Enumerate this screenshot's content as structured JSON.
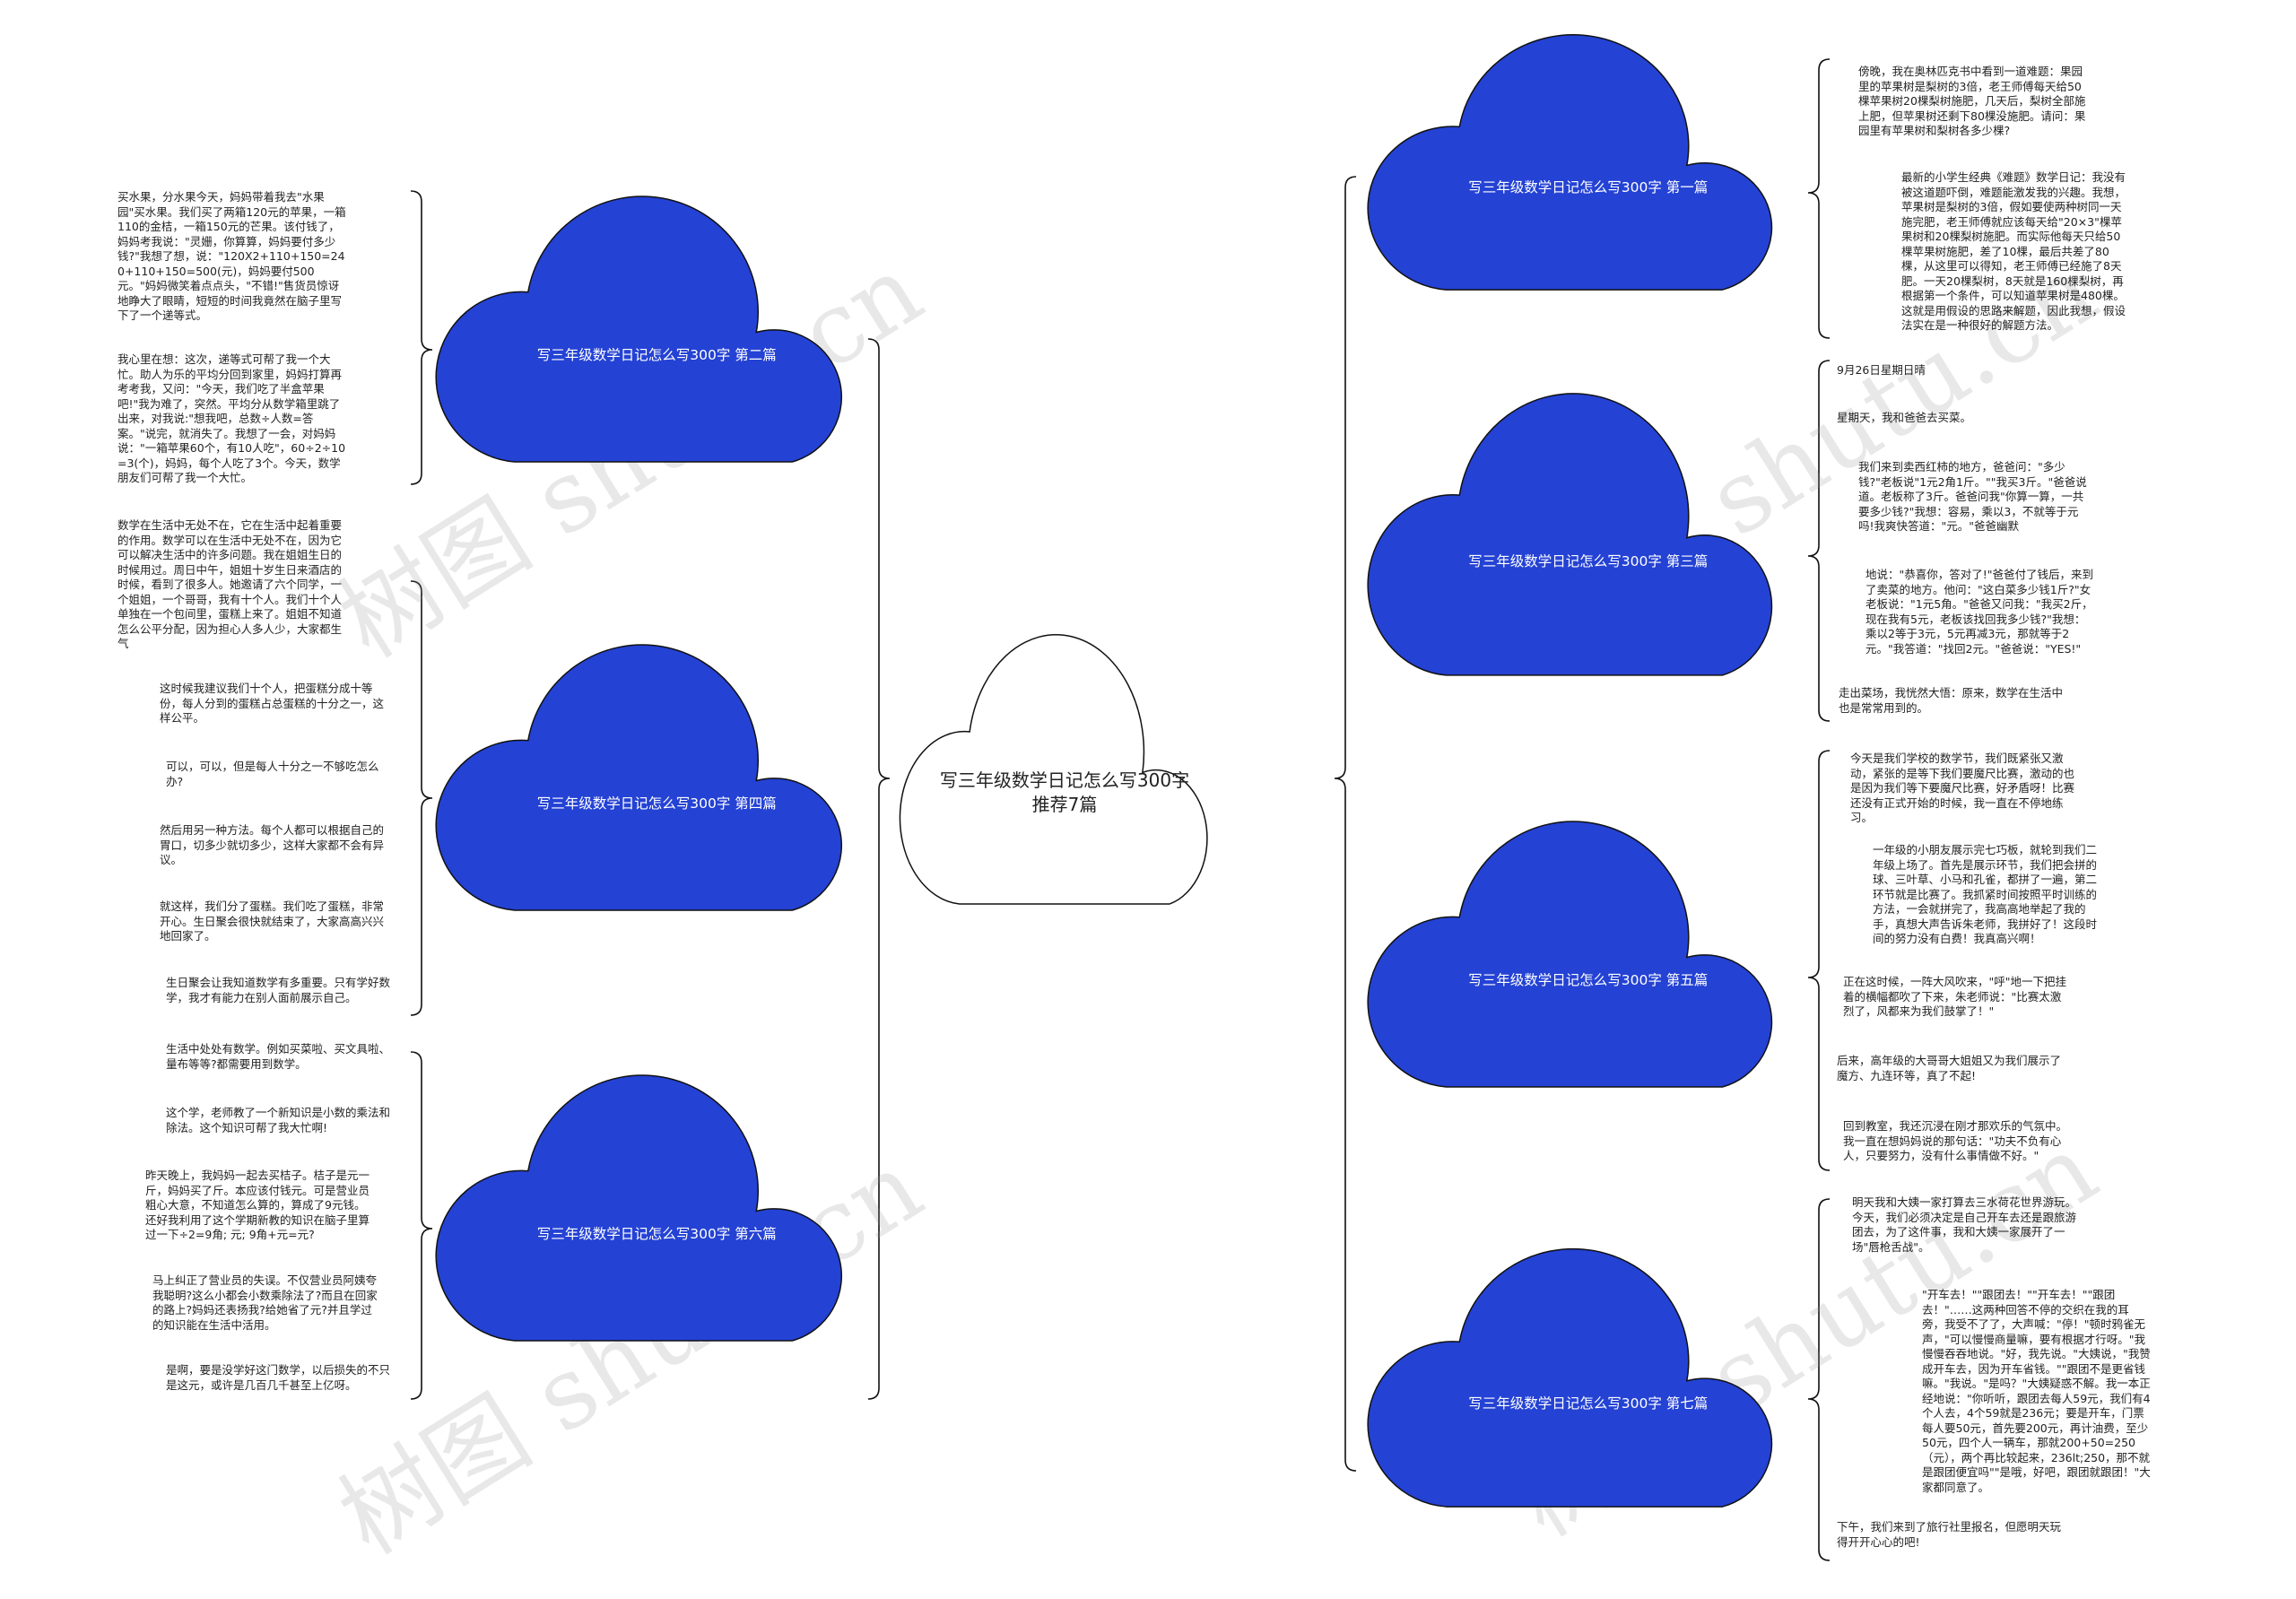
{
  "colors": {
    "cloud_fill": "#2442d4",
    "center_fill": "#ffffff",
    "stroke": "#111111",
    "watermark": "#969696"
  },
  "watermark": "树图 shutu.cn",
  "center": {
    "title": "写三年级数学日记怎么写300字推荐7篇"
  },
  "clouds": [
    {
      "title": "写三年级数学日记怎么写300字 第一篇"
    },
    {
      "title": "写三年级数学日记怎么写300字 第二篇"
    },
    {
      "title": "写三年级数学日记怎么写300字 第三篇"
    },
    {
      "title": "写三年级数学日记怎么写300字 第四篇"
    },
    {
      "title": "写三年级数学日记怎么写300字 第五篇"
    },
    {
      "title": "写三年级数学日记怎么写300字 第六篇"
    },
    {
      "title": "写三年级数学日记怎么写300字 第七篇"
    }
  ],
  "texts": {
    "p1": [
      "傍晚，我在奥林匹克书中看到一道难题：果园里的苹果树是梨树的3倍，老王师傅每天给50棵苹果树20棵梨树施肥，几天后，梨树全部施上肥，但苹果树还剩下80棵没施肥。请问：果园里有苹果树和梨树各多少棵?",
      "最新的小学生经典《难题》数学日记：我没有被这道题吓倒，难题能激发我的兴趣。我想，苹果树是梨树的3倍，假如要使两种树同一天施完肥，老王师傅就应该每天给\"20×3\"棵苹果树和20棵梨树施肥。而实际他每天只给50棵苹果树施肥，差了10棵，最后共差了80棵，从这里可以得知，老王师傅已经施了8天肥。一天20棵梨树，8天就是160棵梨树，再根据第一个条件，可以知道苹果树是480棵。这就是用假设的思路来解题，因此我想，假设法实在是一种很好的解题方法。"
    ],
    "p2": [
      "买水果，分水果今天，妈妈带着我去\"水果园\"买水果。我们买了两箱120元的苹果，一箱110的金桔，一箱150元的芒果。该付钱了，妈妈考我说：\"灵姗，你算算，妈妈要付多少钱?\"我想了想，说：\"120X2+110+150=240+110+150=500(元)，妈妈要付500元。\"妈妈微笑着点点头，\"不错!\"售货员惊讶地睁大了眼睛，短短的时间我竟然在脑子里写下了一个递等式。",
      "我心里在想：这次，递等式可帮了我一个大忙。助人为乐的平均分回到家里，妈妈打算再考考我，又问：\"今天，我们吃了半盒苹果吧!\"我为难了，突然。平均分从数学箱里跳了出来，对我说:\"想我吧，总数÷人数=答案。\"说完，就消失了。我想了一会，对妈妈说：\"一箱苹果60个，有10人吃\"，60÷2÷10=3(个)，妈妈，每个人吃了3个。今天，数学朋友们可帮了我一个大忙。"
    ],
    "p3": [
      "9月26日星期日晴",
      "星期天，我和爸爸去买菜。",
      "我们来到卖西红柿的地方，爸爸问：\"多少钱?\"老板说\"1元2角1斤。\"\"我买3斤。\"爸爸说道。老板称了3斤。爸爸问我\"你算一算，一共要多少钱?\"我想：容易，乘以3，不就等于元吗!我爽快答道：\"元。\"爸爸幽默",
      "地说：\"恭喜你，答对了!\"爸爸付了钱后，来到了卖菜的地方。他问：\"这白菜多少钱1斤?\"女老板说：\"1元5角。\"爸爸又问我：\"我买2斤，现在我有5元，老板该找回我多少钱?\"我想：乘以2等于3元，5元再减3元，那就等于2元。\"我答道：\"找回2元。\"爸爸说：\"YES!\"",
      "走出菜场，我恍然大悟：原来，数学在生活中也是常常用到的。"
    ],
    "p4": [
      "数学在生活中无处不在，它在生活中起着重要的作用。数学可以在生活中无处不在，因为它可以解决生活中的许多问题。我在姐姐生日的时候用过。周日中午，姐姐十岁生日来酒店的时候，看到了很多人。她邀请了六个同学，一个姐姐，一个哥哥，我有十个人。我们十个人单独在一个包间里，蛋糕上来了。姐姐不知道怎么公平分配，因为担心人多人少，大家都生气",
      "这时候我建议我们十个人，把蛋糕分成十等份，每人分到的蛋糕占总蛋糕的十分之一，这样公平。",
      "可以，可以，但是每人十分之一不够吃怎么办?",
      "然后用另一种方法。每个人都可以根据自己的胃口，切多少就切多少，这样大家都不会有异议。",
      "就这样，我们分了蛋糕。我们吃了蛋糕，非常开心。生日聚会很快就结束了，大家高高兴兴地回家了。",
      "生日聚会让我知道数学有多重要。只有学好数学，我才有能力在别人面前展示自己。"
    ],
    "p5": [
      "今天是我们学校的数学节，我们既紧张又激动，紧张的是等下我们要魔尺比赛，激动的也是因为我们等下要魔尺比赛，好矛盾呀！比赛还没有正式开始的时候，我一直在不停地练习。",
      "一年级的小朋友展示完七巧板，就轮到我们二年级上场了。首先是展示环节，我们把会拼的球、三叶草、小马和孔雀，都拼了一遍，第二环节就是比赛了。我抓紧时间按照平时训练的方法，一会就拼完了，我高高地举起了我的手，真想大声告诉朱老师，我拼好了！这段时间的努力没有白费！我真高兴啊！",
      "正在这时候，一阵大风吹来，\"呼\"地一下把挂着的横幅都吹了下来，朱老师说：\"比赛太激烈了，风都来为我们鼓掌了！\"",
      "后来，高年级的大哥哥大姐姐又为我们展示了魔方、九连环等，真了不起!",
      "回到教室，我还沉浸在刚才那欢乐的气氛中。我一直在想妈妈说的那句话：\"功夫不负有心人，只要努力，没有什么事情做不好。\""
    ],
    "p6": [
      "生活中处处有数学。例如买菜啦、买文具啦、量布等等?都需要用到数学。",
      "这个学，老师教了一个新知识是小数的乘法和除法。这个知识可帮了我大忙啊!",
      "昨天晚上，我妈妈一起去买桔子。桔子是元一斤，妈妈买了斤。本应该付钱元。可是营业员粗心大意，不知道怎么算的，算成了9元钱。还好我利用了这个学期新教的知识在脑子里算过一下÷2=9角; 元; 9角+元=元?",
      "马上纠正了营业员的失误。不仅营业员阿姨夸我聪明?这么小都会小数乘除法了?而且在回家的路上?妈妈还表扬我?给她省了元?并且学过的知识能在生活中活用。",
      "是啊，要是没学好这门数学，以后损失的不只是这元，或许是几百几千甚至上亿呀。"
    ],
    "p7": [
      "明天我和大姨一家打算去三水荷花世界游玩。今天，我们必须决定是自己开车去还是跟旅游团去，为了这件事，我和大姨一家展开了一场\"唇枪舌战\"。",
      "\"开车去！\"\"跟团去！\"\"开车去！\"\"跟团去！\"……这两种回答不停的交织在我的耳旁，我受不了了，大声喊：\"停！\"顿时鸦雀无声，\"可以慢慢商量嘛，要有根据才行呀。\"我慢慢吞吞地说。\"好，我先说。\"大姨说，\"我赞成开车去，因为开车省钱。\"\"跟团不是更省钱嘛。\"我说。\"是吗？\"大姨疑惑不解。我一本正经地说：\"你听听，跟团去每人59元，我们有4个人去，4个59就是236元；要是开车，门票每人要50元，首先要200元，再计油费，至少50元，四个人一辆车，那就200+50=250（元），两个再比较起来，236lt;250，那不就是跟团便宜吗\"\"是哦，好吧，跟团就跟团！\"大家都同意了。",
      "下午，我们来到了旅行社里报名，但愿明天玩得开开心心的吧!"
    ]
  }
}
